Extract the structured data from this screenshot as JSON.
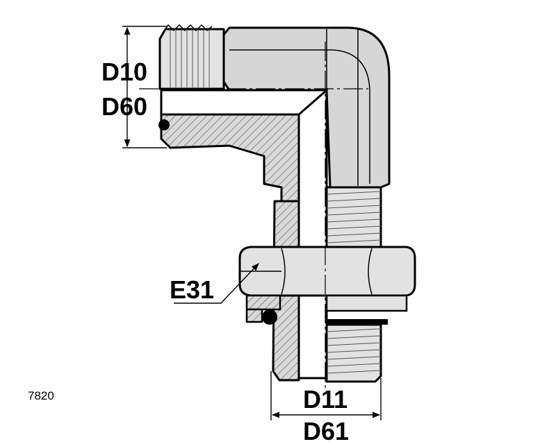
{
  "labels": {
    "d10": "D10",
    "d60": "D60",
    "e31": "E31",
    "d11": "D11",
    "d61": "D61",
    "code": "7820"
  },
  "colors": {
    "metal": "#d6d6d6",
    "metal_light": "#e2e2e2",
    "hatch": "#555555",
    "line": "#000000"
  }
}
